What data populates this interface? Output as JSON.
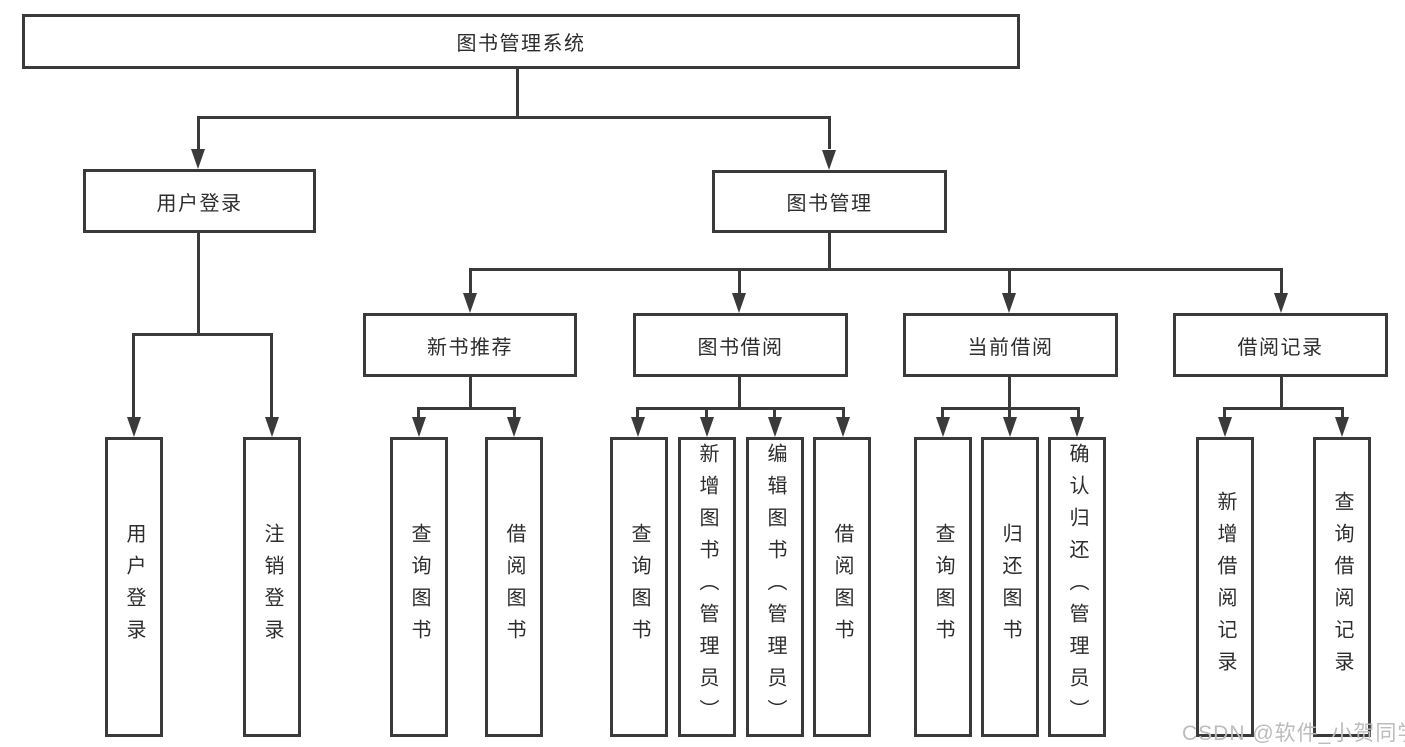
{
  "tree": {
    "root": "图书管理系统",
    "level2": [
      "用户登录",
      "图书管理"
    ],
    "level3": [
      "新书推荐",
      "图书借阅",
      "当前借阅",
      "借阅记录"
    ],
    "leaves": {
      "user_login": [
        "用户登录",
        "注销登录"
      ],
      "new_book": [
        "查询图书",
        "借阅图书"
      ],
      "book_borrow": [
        "查询图书",
        "新增图书（管理员）",
        "编辑图书（管理员）",
        "借阅图书"
      ],
      "current_borrow": [
        "查询图书",
        "归还图书",
        "确认归还（管理员）"
      ],
      "borrow_records": [
        "新增借阅记录",
        "查询借阅记录"
      ]
    }
  },
  "watermark": "CSDN @软件_小贺同学",
  "colors": {
    "line": "#3a3a3a",
    "text": "#2d2d2d",
    "watermark": "#bcbcbc",
    "background": "#ffffff"
  }
}
